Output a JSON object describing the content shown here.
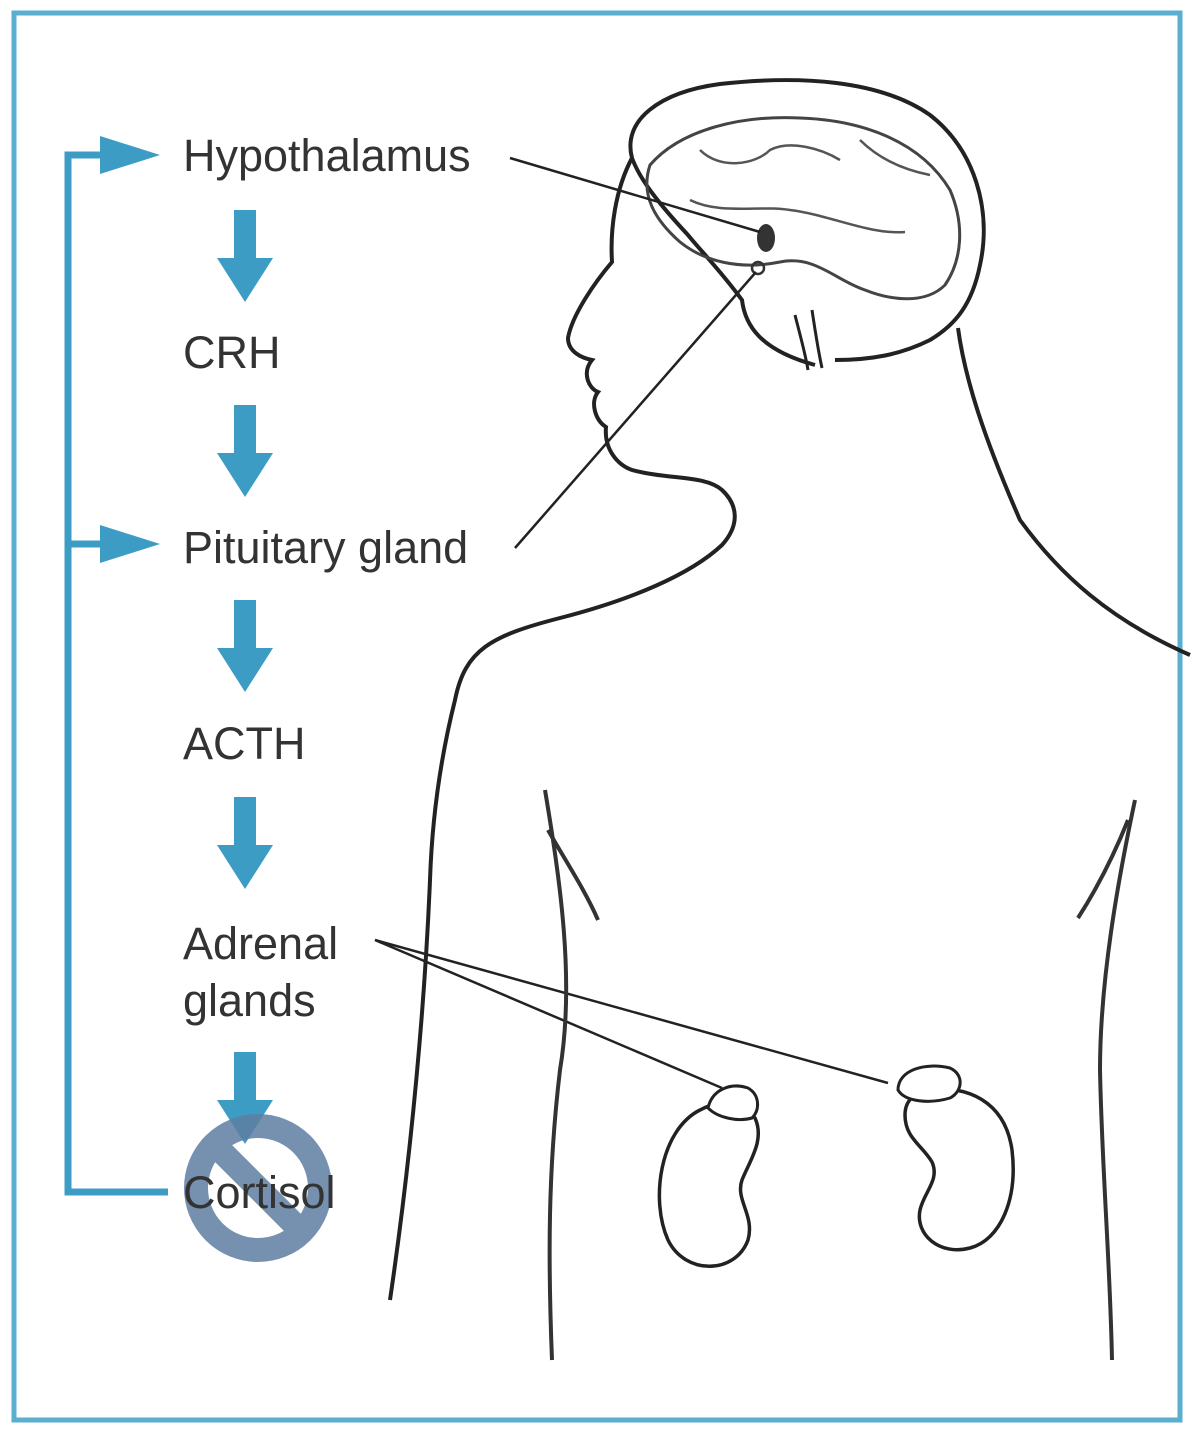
{
  "colors": {
    "accent": "#3d9cc4",
    "frame": "#5aaed0",
    "ink": "#222222",
    "text": "#333333",
    "inhibit": "#5f7ea3"
  },
  "flow": {
    "hypothalamus": "Hypothalamus",
    "crh": "CRH",
    "pituitary": "Pituitary gland",
    "acth": "ACTH",
    "adrenal_line1": "Adrenal",
    "adrenal_line2": "glands",
    "cortisol": "Cortisol"
  },
  "feedback": {
    "icon": "inhibition-icon"
  }
}
